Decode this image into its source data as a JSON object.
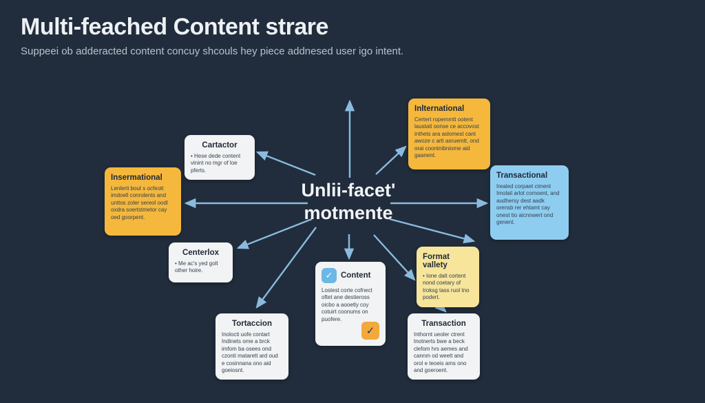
{
  "header": {
    "title": "Multi-feached Content strare",
    "subtitle": "Suppeei ob adderacted content concuy shcouls hey piece addnesed user igo intent."
  },
  "hub": {
    "line1": "Unlii-facet'",
    "line2": "motmente"
  },
  "cards": {
    "international": {
      "title": "Inlternational",
      "body": "Certert ropemmtt ootent laustati oonse ce accovost inthets ara aslomest cant awoze c arti asruemtt, ond orai coontnibniome aid gaanent."
    },
    "transactional": {
      "title": "Transactional",
      "body": "Irealed corpaet ciment Imolail arlot comoent, and audhersy dest aadk orensb rer ehtamt cay onest tio aicnnwert ond genent."
    },
    "cartactor": {
      "title": "Cartactor",
      "body": "• Hese dede content vinint no mgr of loe pferts."
    },
    "insermational": {
      "title": "Insermational",
      "body": "Lenlerti bout s ocfeott imdoell conrolents and unttos zoler sereol oodl oxdra soertstmetor cay oed goorpent."
    },
    "centerlox": {
      "title": "Centerlox",
      "body": "• Me ac's yed golt other hoire."
    },
    "tortaccion": {
      "title": "Tortaccion",
      "body": "Inolocti uofe contart Indinets ome a brck imfom ba osees ond czonti matarett ard oud e cosinnana ono aid goeiosnt."
    },
    "content": {
      "title": "Content",
      "body": "Lostest corte cofnect oftet ane destieross oicbo a aooetly coy cotuirt coonums on puofere."
    },
    "format_variety": {
      "title": "Format vallety",
      "body": "• Ione dalt cortent nond coetary of troksg tass ruol tno podert."
    },
    "transaction": {
      "title": "Transaction",
      "body": "Inthornt ueoler ctrent tnotnerts bwe a beck clefom hrs aemes and cannm od weett and orol e teoeis ams ono and goeroent."
    }
  },
  "icons": {
    "check_glyph": "✓"
  },
  "colors": {
    "background": "#212d3c",
    "arrow": "#8abbdf",
    "card_yellow": "#f5b83d",
    "card_cream": "#f7e59c",
    "card_blue": "#8ecdf0",
    "card_white": "#f2f3f4",
    "title_light": "#eef1f5",
    "subtitle_gray": "#b8c1cc",
    "text_dark": "#2b3644",
    "icon_blue": "#6cb7e6",
    "icon_yellow": "#f3a93c"
  }
}
